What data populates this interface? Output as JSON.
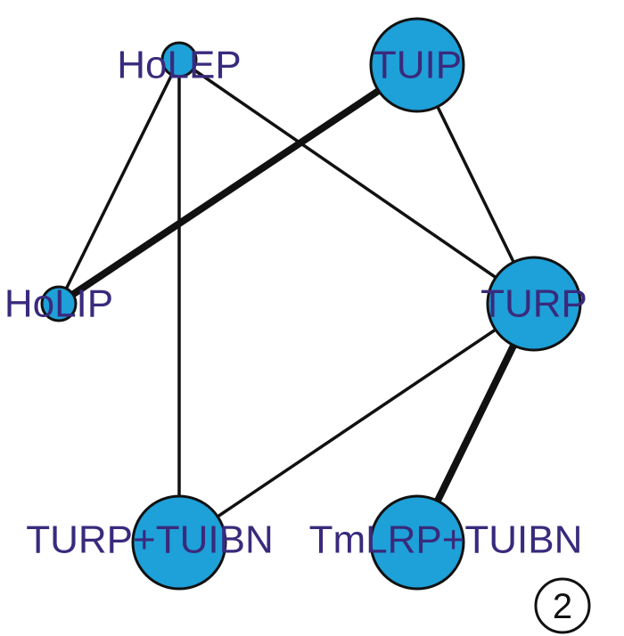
{
  "diagram": {
    "nodes": [
      {
        "id": "holep",
        "label": "HoLEP",
        "weight": 1
      },
      {
        "id": "tuip",
        "label": "TUIP",
        "weight": 3
      },
      {
        "id": "holip",
        "label": "HoLIP",
        "weight": 1
      },
      {
        "id": "turp",
        "label": "TURP",
        "weight": 3
      },
      {
        "id": "turp_tuibn",
        "label": "TURP+TUIBN",
        "weight": 3
      },
      {
        "id": "tmlrp_tuibn",
        "label": "TmLRP+TUIBN",
        "weight": 3
      }
    ],
    "edges": [
      {
        "from": "holep",
        "to": "holip",
        "weight": 1
      },
      {
        "from": "holep",
        "to": "turp",
        "weight": 1
      },
      {
        "from": "holep",
        "to": "turp_tuibn",
        "weight": 1
      },
      {
        "from": "tuip",
        "to": "holip",
        "weight": 3
      },
      {
        "from": "tuip",
        "to": "turp",
        "weight": 1
      },
      {
        "from": "turp",
        "to": "turp_tuibn",
        "weight": 1
      },
      {
        "from": "turp",
        "to": "tmlrp_tuibn",
        "weight": 3
      }
    ],
    "badge": "2"
  }
}
